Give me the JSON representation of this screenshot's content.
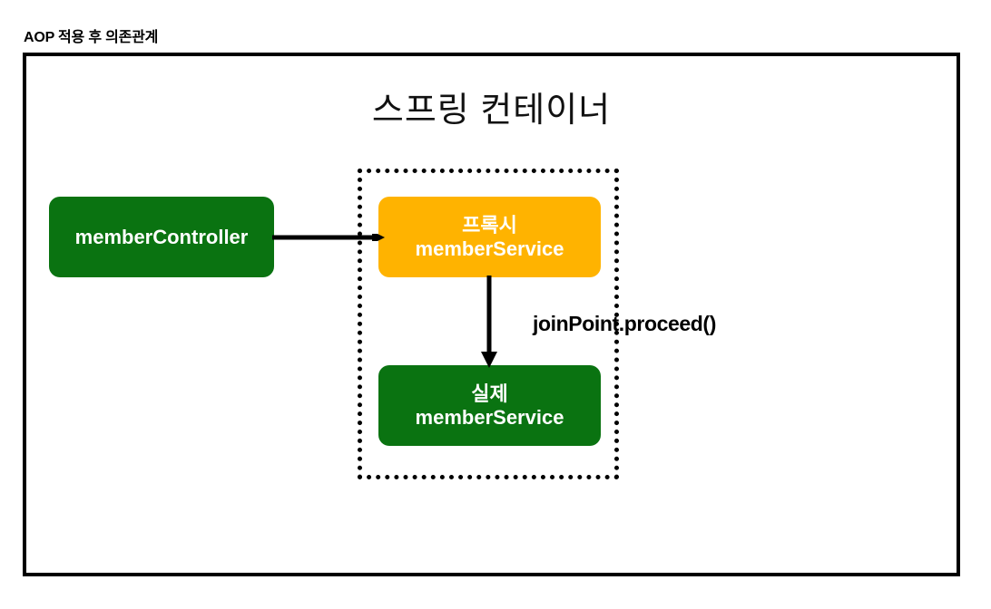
{
  "caption": "AOP 적용 후 의존관계",
  "diagram": {
    "container_title": "스프링 컨테이너",
    "nodes": [
      {
        "id": "member-controller",
        "line1": "",
        "line2": "memberController",
        "color": "#0A7311",
        "text_color": "#FFFFFF"
      },
      {
        "id": "proxy-member-service",
        "line1": "프록시",
        "line2": "memberService",
        "color": "#FFB300",
        "text_color": "#FFFFFF"
      },
      {
        "id": "real-member-service",
        "line1": "실제",
        "line2": "memberService",
        "color": "#0A7311",
        "text_color": "#FFFFFF"
      }
    ],
    "edges": [
      {
        "id": "controller-to-proxy",
        "from": "member-controller",
        "to": "proxy-member-service",
        "label": "",
        "direction": "horizontal"
      },
      {
        "id": "proxy-to-real",
        "from": "proxy-member-service",
        "to": "real-member-service",
        "label": "joinPoint.proceed()",
        "direction": "vertical"
      }
    ],
    "boundary": {
      "id": "proxy-boundary",
      "style": "dotted",
      "color": "#000000"
    },
    "frame_color": "#000000",
    "background": "#FFFFFF"
  }
}
